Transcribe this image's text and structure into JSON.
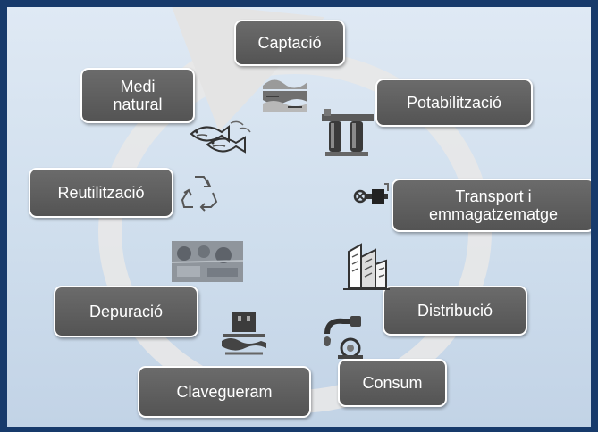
{
  "diagram": {
    "stages": [
      {
        "id": "captacio",
        "lines": [
          "Captació"
        ]
      },
      {
        "id": "potabilitzacio",
        "lines": [
          "Potabilització"
        ]
      },
      {
        "id": "transport",
        "lines": [
          "Transport i",
          "emmagatzematge"
        ]
      },
      {
        "id": "distribucio",
        "lines": [
          "Distribució"
        ]
      },
      {
        "id": "consum",
        "lines": [
          "Consum"
        ]
      },
      {
        "id": "clavegueram",
        "lines": [
          "Clavegueram"
        ]
      },
      {
        "id": "depuracio",
        "lines": [
          "Depuració"
        ]
      },
      {
        "id": "reutilitzacio",
        "lines": [
          "Reutilització"
        ]
      },
      {
        "id": "medi-natural",
        "lines": [
          "Medi",
          "natural"
        ]
      }
    ],
    "pictograms": [
      "reservoir-icon",
      "filter-tanks-icon",
      "valve-pipe-icon",
      "buildings-icon",
      "faucet-icon",
      "sewer-icon",
      "treatment-plant-icon",
      "recycle-icon",
      "fish-icon"
    ],
    "colors": {
      "border": "#173a6b",
      "box": "#5e5e5e",
      "ring": "#e6e6e6"
    }
  }
}
